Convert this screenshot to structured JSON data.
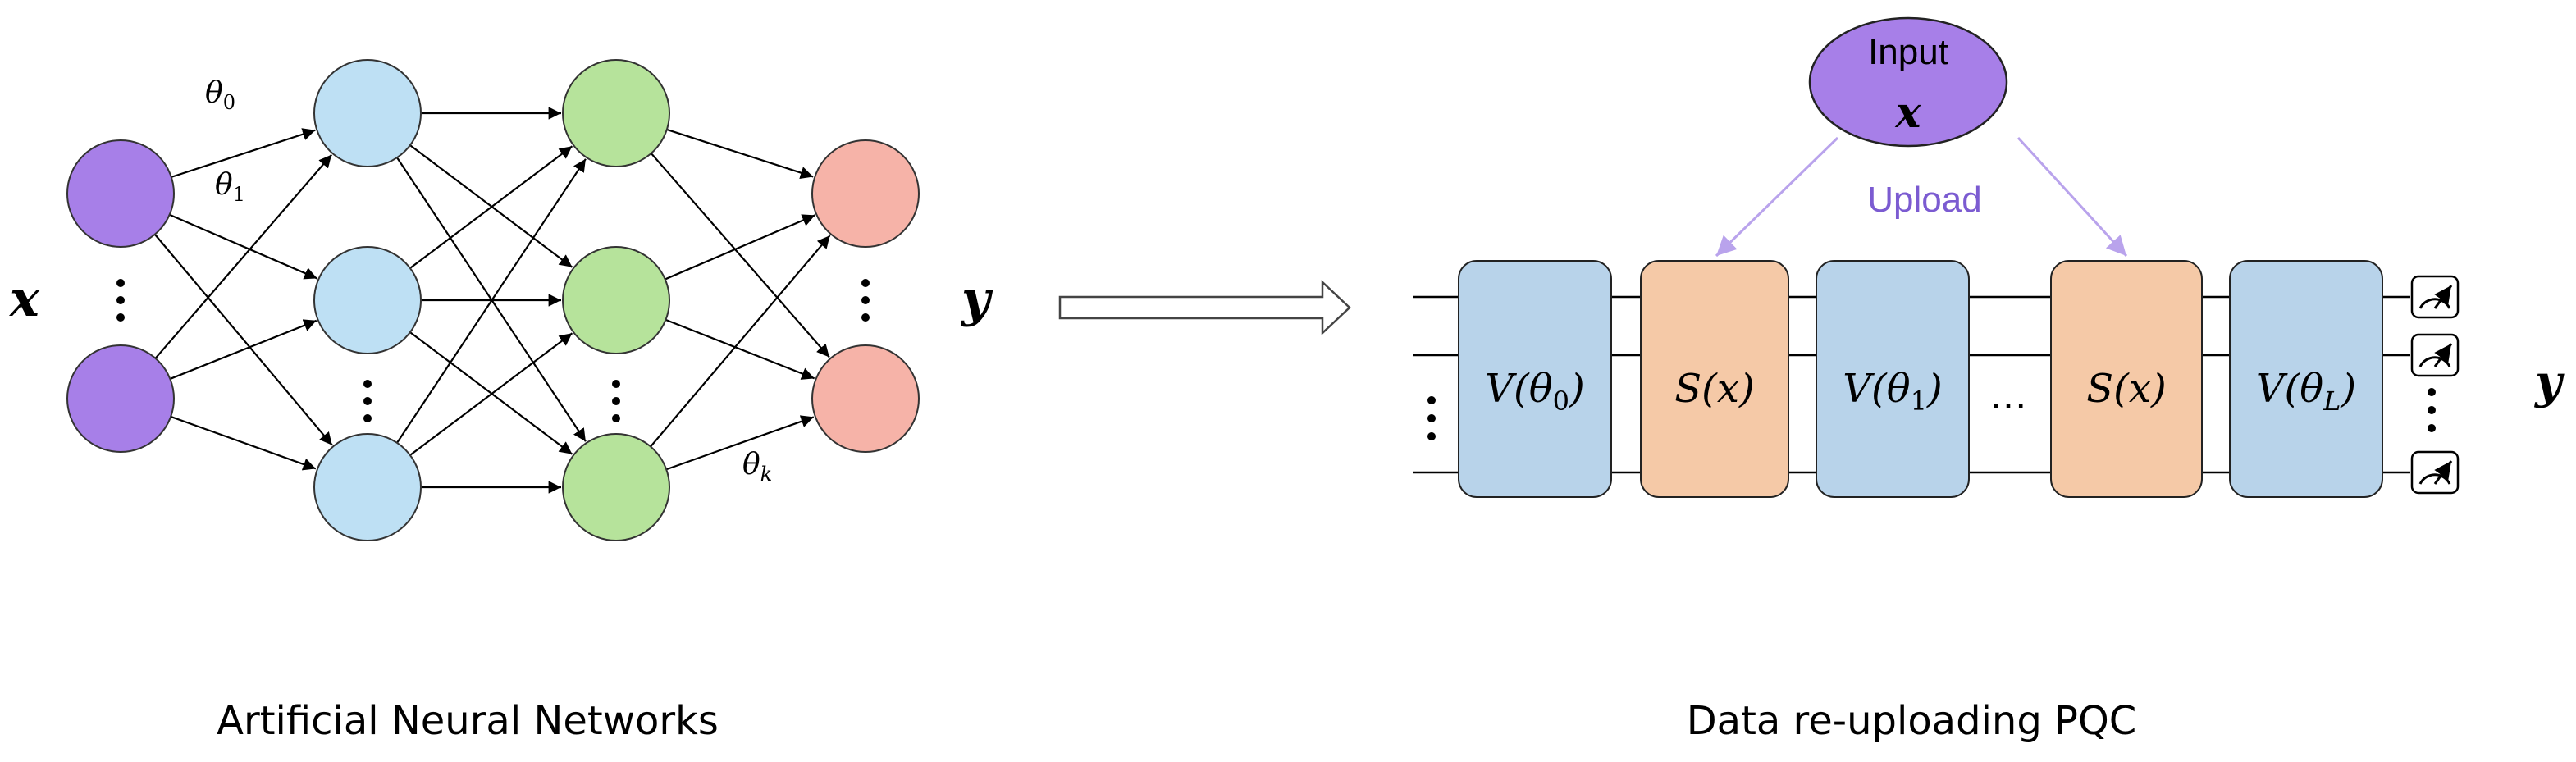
{
  "left": {
    "caption": "Artificial Neural Networks",
    "input_label": "x",
    "output_label": "y",
    "weight_labels": [
      "θ_0",
      "θ_1",
      "θ_k"
    ],
    "layers": [
      {
        "nodes": 2,
        "color": "#A77FE8"
      },
      {
        "nodes": 3,
        "color": "#BEE0F4"
      },
      {
        "nodes": 3,
        "color": "#B6E39B"
      },
      {
        "nodes": 2,
        "color": "#F6B3A8"
      }
    ]
  },
  "right": {
    "caption": "Data re-uploading PQC",
    "input_title": "Input",
    "input_var": "x",
    "upload_label": "Upload",
    "output_label": "y",
    "gates": [
      "V(θ_0)",
      "S(x)",
      "V(θ_1)",
      "…",
      "S(x)",
      "V(θ_L)"
    ],
    "colors": {
      "variational": "#B8D3EA",
      "encoding": "#F5C9A7",
      "input": "#A77FE8",
      "upload": "#7B5BD1"
    }
  }
}
